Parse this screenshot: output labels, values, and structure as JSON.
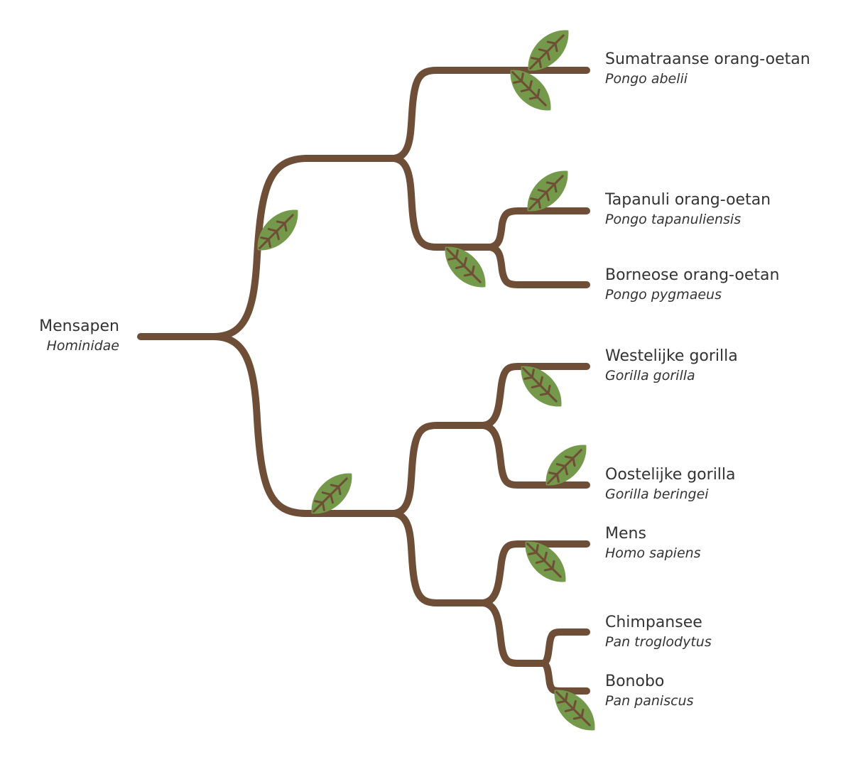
{
  "colors": {
    "branch": "#6e4e36",
    "leaf": "#74994a",
    "vein": "#6e4e36",
    "text": "#333333"
  },
  "root": {
    "common": "Mensapen",
    "scientific": "Hominidae"
  },
  "species": [
    {
      "id": "sumatraanse",
      "common": "Sumatraanse orang-oetan",
      "scientific": "Pongo abelii"
    },
    {
      "id": "tapanuli",
      "common": "Tapanuli orang-oetan",
      "scientific": "Pongo tapanuliensis"
    },
    {
      "id": "borneose",
      "common": "Borneose orang-oetan",
      "scientific": "Pongo pygmaeus"
    },
    {
      "id": "westelijke-gorilla",
      "common": "Westelijke gorilla",
      "scientific": "Gorilla gorilla"
    },
    {
      "id": "oostelijke-gorilla",
      "common": "Oostelijke gorilla",
      "scientific": "Gorilla beringei"
    },
    {
      "id": "mens",
      "common": "Mens",
      "scientific": "Homo sapiens"
    },
    {
      "id": "chimpansee",
      "common": "Chimpansee",
      "scientific": "Pan troglodytus"
    },
    {
      "id": "bonobo",
      "common": "Bonobo",
      "scientific": "Pan paniscus"
    }
  ]
}
